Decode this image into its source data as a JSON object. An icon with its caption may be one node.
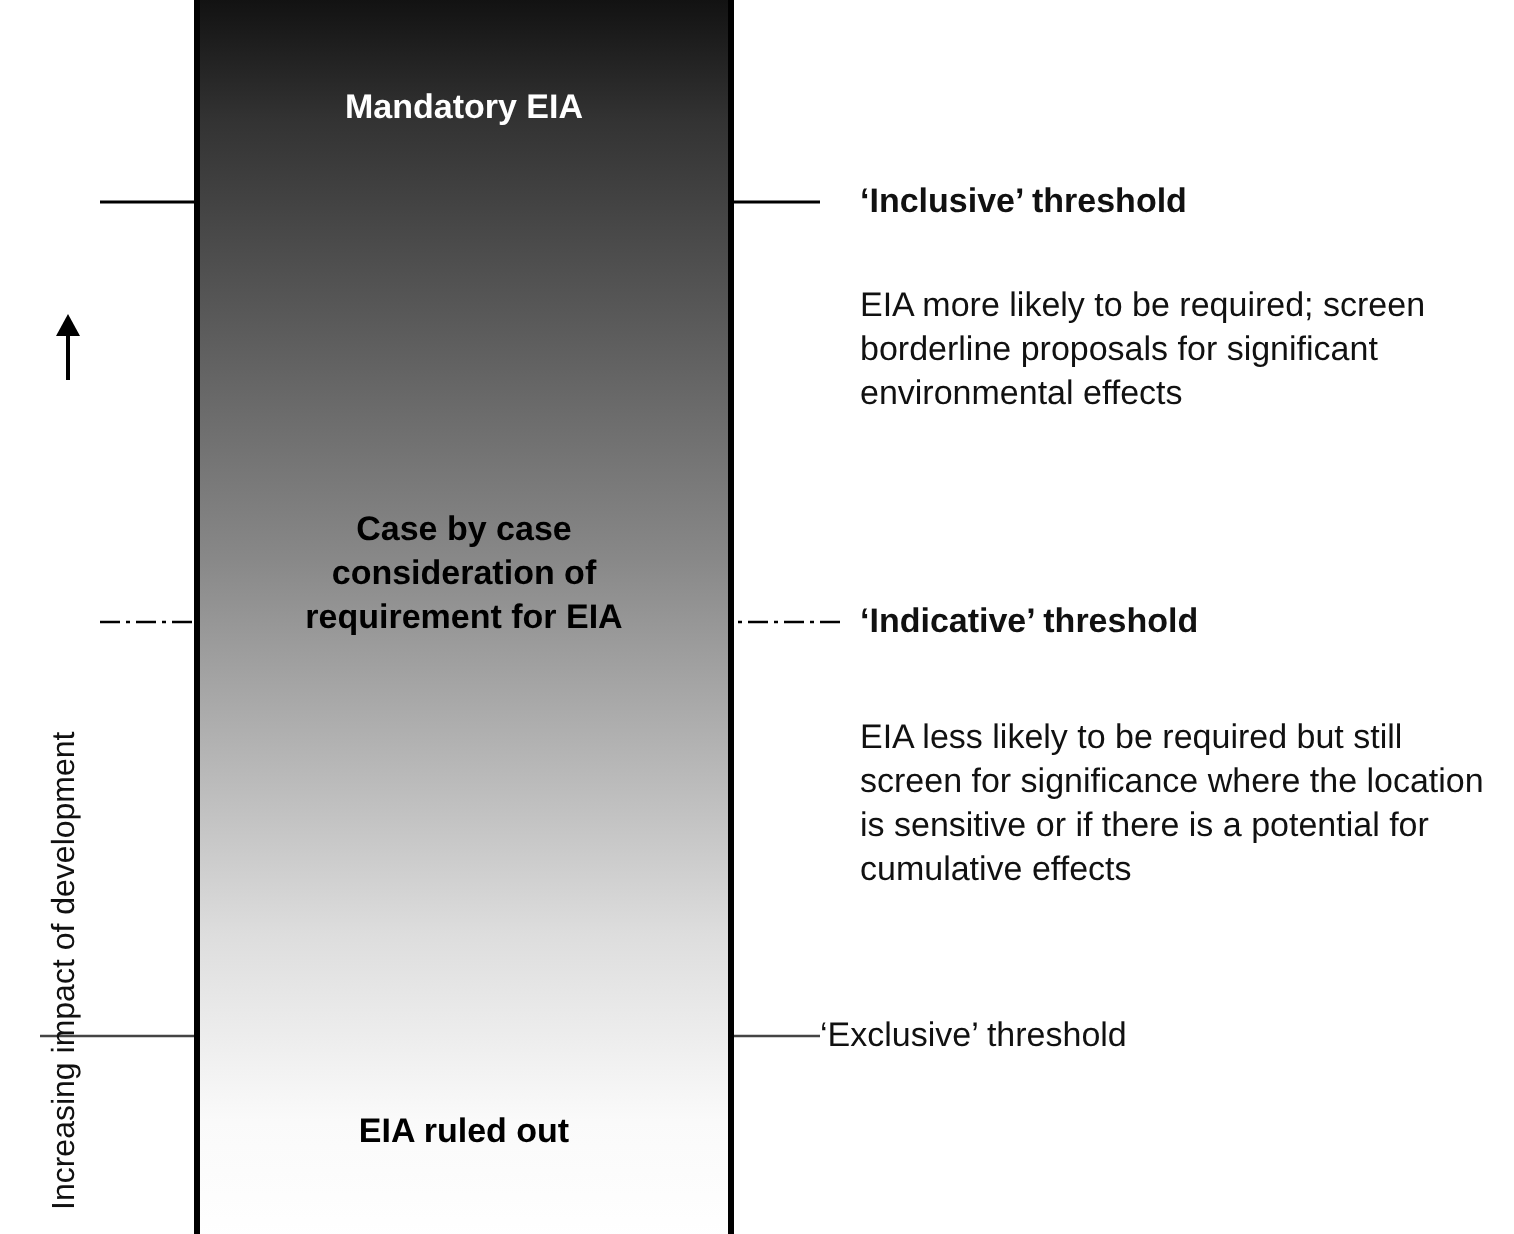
{
  "diagram": {
    "nodes": [
      {
        "text": [
          "Mandatory EIA",
          "Case by case consideration of requirement for EIA",
          "EIA ruled out"
        ]
      }
    ],
    "labels": [
      "‘Inclusive’ threshold",
      "EIA more likely to be required; screen borderline proposals for significant environmental effects",
      "Increasing impact of development",
      "‘Indicative’ threshold",
      "EIA less likely to be required but still screen for significance where the location is sensitive or if there is a potential for cumulative effects",
      "‘Exclusive’ threshold"
    ]
  }
}
